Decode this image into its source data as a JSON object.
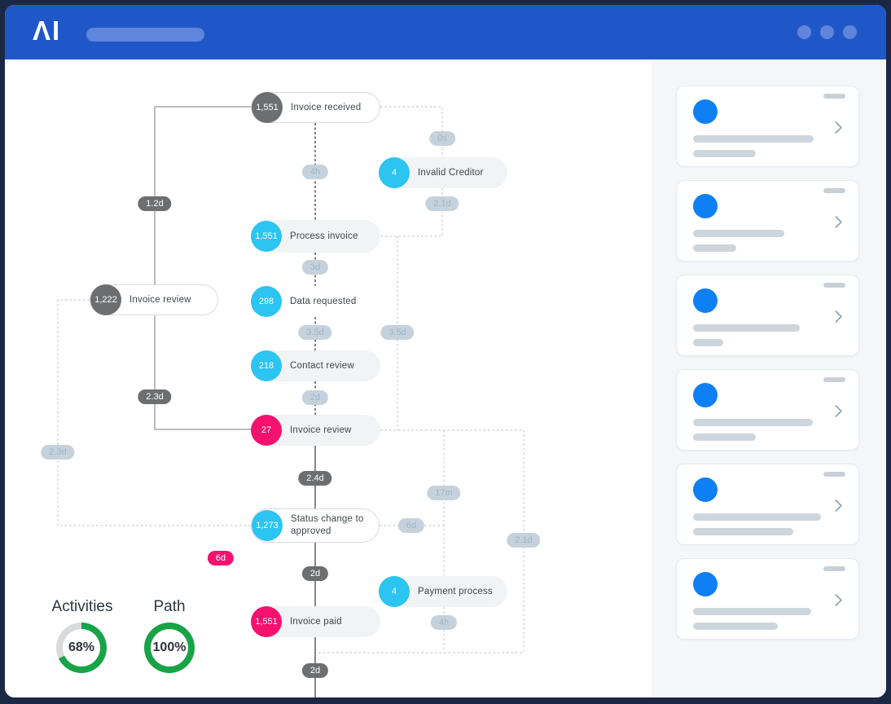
{
  "header": {
    "logo": "ΛI",
    "colors": {
      "bg": "#2057C8",
      "accent": "#5F85DC"
    }
  },
  "diagram": {
    "nodes": [
      {
        "id": "invoice-received",
        "count": "1,551",
        "label": "Invoice received",
        "variant": "outline",
        "badge": "dark"
      },
      {
        "id": "invalid-creditor",
        "count": "4",
        "label": "Invalid Creditor",
        "variant": "filled",
        "badge": "cyan"
      },
      {
        "id": "process-invoice",
        "count": "1,551",
        "label": "Process invoice",
        "variant": "filled",
        "badge": "cyan"
      },
      {
        "id": "invoice-review-top",
        "count": "1,222",
        "label": "Invoice review",
        "variant": "outline",
        "badge": "dark"
      },
      {
        "id": "data-requested",
        "count": "298",
        "label": "Data requested",
        "variant": "plain",
        "badge": "cyan"
      },
      {
        "id": "contact-review",
        "count": "218",
        "label": "Contact review",
        "variant": "filled",
        "badge": "cyan"
      },
      {
        "id": "invoice-review",
        "count": "27",
        "label": "Invoice review",
        "variant": "filled",
        "badge": "pink"
      },
      {
        "id": "status-change",
        "count": "1,273",
        "label": "Status change to approved",
        "variant": "outline",
        "badge": "cyan"
      },
      {
        "id": "payment-process",
        "count": "4",
        "label": "Payment process",
        "variant": "filled",
        "badge": "cyan"
      },
      {
        "id": "invoice-paid",
        "count": "1,551",
        "label": "Invoice paid",
        "variant": "filled",
        "badge": "pink"
      }
    ],
    "edge_labels": [
      {
        "text": "0s",
        "variant": "light"
      },
      {
        "text": "4h",
        "variant": "light"
      },
      {
        "text": "2.1d",
        "variant": "light"
      },
      {
        "text": "1.2d",
        "variant": "dark"
      },
      {
        "text": "3d",
        "variant": "light"
      },
      {
        "text": "3.5d",
        "variant": "light"
      },
      {
        "text": "3.5d",
        "variant": "light"
      },
      {
        "text": "2d",
        "variant": "light"
      },
      {
        "text": "2.3d",
        "variant": "dark"
      },
      {
        "text": "2.3d",
        "variant": "light"
      },
      {
        "text": "2.4d",
        "variant": "dark"
      },
      {
        "text": "17m",
        "variant": "light"
      },
      {
        "text": "6d",
        "variant": "light"
      },
      {
        "text": "6d",
        "variant": "pink"
      },
      {
        "text": "2d",
        "variant": "dark"
      },
      {
        "text": "2.1d",
        "variant": "light"
      },
      {
        "text": "4h",
        "variant": "light"
      },
      {
        "text": "2d",
        "variant": "dark"
      }
    ],
    "colors": {
      "cyan": "#2CC4F1",
      "pink": "#F5116D",
      "dark_badge": "#6D6E70",
      "light_pill": "#C5D2DC"
    }
  },
  "metrics": [
    {
      "label": "Activities",
      "value": 68,
      "display": "68%"
    },
    {
      "label": "Path",
      "value": 100,
      "display": "100%"
    }
  ],
  "metric_colors": {
    "green": "#17A346",
    "rest": "#D8DADB"
  },
  "sidebar": {
    "cards": [
      {
        "icon": "avatar-circle",
        "bar_widths": [
          148,
          77
        ]
      },
      {
        "icon": "avatar-circle",
        "bar_widths": [
          112,
          53
        ]
      },
      {
        "icon": "avatar-circle",
        "bar_widths": [
          131,
          37
        ]
      },
      {
        "icon": "avatar-circle",
        "bar_widths": [
          147,
          77
        ]
      },
      {
        "icon": "avatar-circle",
        "bar_widths": [
          157,
          123
        ]
      },
      {
        "icon": "avatar-circle",
        "bar_widths": [
          145,
          104
        ]
      }
    ]
  }
}
